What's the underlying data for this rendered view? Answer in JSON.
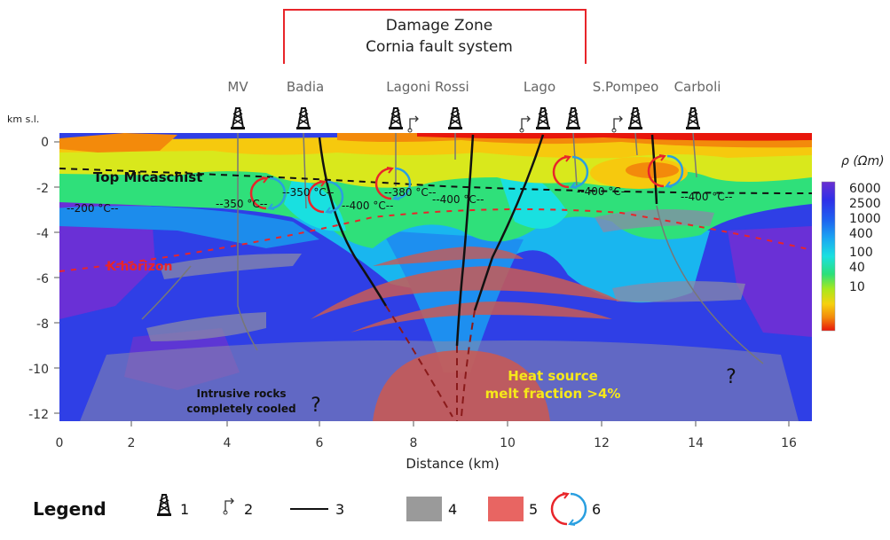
{
  "header": {
    "line1": "Damage Zone",
    "line2": "Cornia fault system"
  },
  "wells": [
    "MV",
    "Badia",
    "Lagoni Rossi",
    "Lago",
    "S.Pompeo",
    "Carboli"
  ],
  "axis": {
    "y_unit": "km s.l.",
    "y_ticks": [
      "0",
      "-2",
      "-4",
      "-6",
      "-8",
      "-10",
      "-12"
    ],
    "x_ticks": [
      "0",
      "2",
      "4",
      "6",
      "8",
      "10",
      "12",
      "14",
      "16"
    ],
    "x_label": "Distance (km)"
  },
  "labels": {
    "top_micaschist": "Top Micaschist",
    "k_horizon": "K-horizon",
    "heat_source_line1": "Heat source",
    "heat_source_line2": "melt fraction >4%",
    "intrusive_line1": "Intrusive rocks",
    "intrusive_line2": "completely cooled",
    "question": "?"
  },
  "temperatures": [
    "--200 °C--",
    "--350 °C--",
    "--350 °C--",
    "--400 °C--",
    "--380 °C--",
    "--400 °C--",
    "--400 °C--",
    "--400 °C--"
  ],
  "colorbar": {
    "title": "ρ (Ωm)",
    "ticks": [
      "6000",
      "2500",
      "1000",
      "400",
      "100",
      "40",
      "10"
    ],
    "colors": [
      "#6a2fd0",
      "#2f2fe8",
      "#1f5ff0",
      "#1aa7f2",
      "#19e0e0",
      "#2be07a",
      "#a8e81c",
      "#f6d10e",
      "#f38a0b",
      "#e8160b"
    ]
  },
  "legend": {
    "title": "Legend",
    "items": [
      "1",
      "2",
      "3",
      "4",
      "5",
      "6"
    ]
  }
}
